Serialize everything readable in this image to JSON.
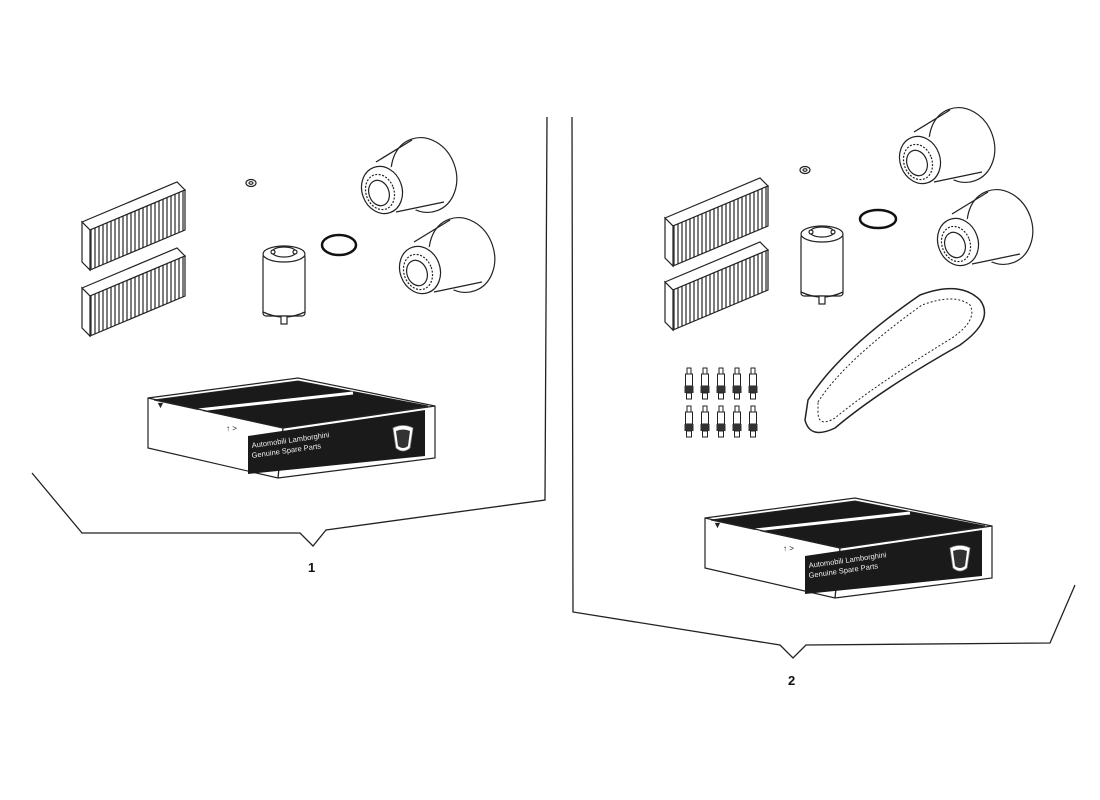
{
  "diagram": {
    "groups": [
      {
        "label": "1",
        "box_text": [
          "Automobili Lamborghini",
          "Genuine Spare Parts"
        ]
      },
      {
        "label": "2",
        "box_text": [
          "Automobili Lamborghini",
          "Genuine Spare Parts"
        ]
      }
    ],
    "colors": {
      "line": "#222222",
      "box_dark": "#1a1a1a",
      "background": "#ffffff"
    }
  }
}
